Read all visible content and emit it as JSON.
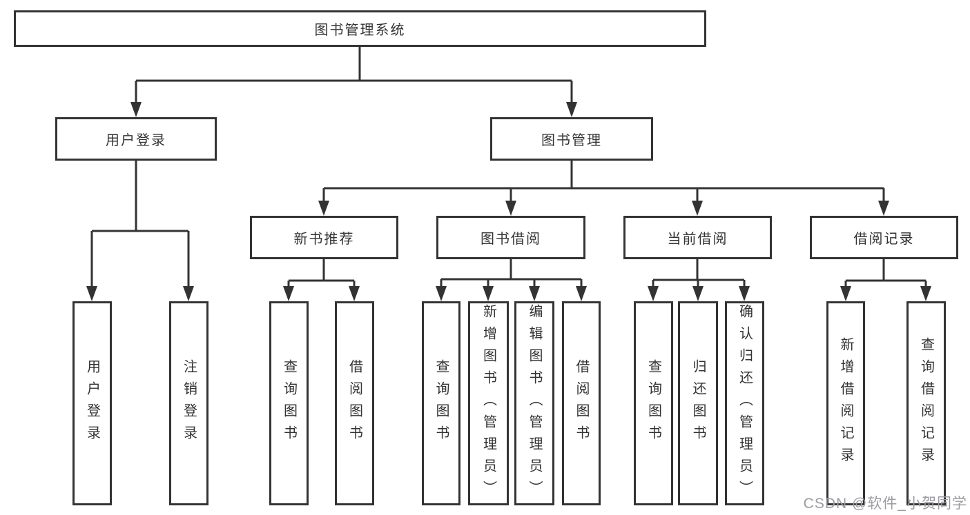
{
  "title": "图书管理系统",
  "tree": {
    "root": "图书管理系统",
    "branches": [
      {
        "label": "用户登录",
        "children": [
          "用户登录",
          "注销登录"
        ]
      },
      {
        "label": "图书管理",
        "sections": [
          {
            "label": "新书推荐",
            "children": [
              "查询图书",
              "借阅图书"
            ]
          },
          {
            "label": "图书借阅",
            "children": [
              "查询图书",
              "新增图书（管理员）",
              "编辑图书（管理员）",
              "借阅图书"
            ]
          },
          {
            "label": "当前借阅",
            "children": [
              "查询图书",
              "归还图书",
              "确认归还（管理员）"
            ]
          },
          {
            "label": "借阅记录",
            "children": [
              "新增借阅记录",
              "查询借阅记录"
            ]
          }
        ]
      }
    ]
  },
  "watermark": "CSDN @软件_小贺同学",
  "colors": {
    "line": "#333333",
    "text": "#333333",
    "box_background": "#ffffff",
    "watermark": "#9b9ba1"
  }
}
